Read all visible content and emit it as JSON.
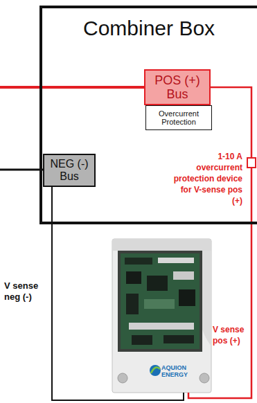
{
  "diagram": {
    "nodes": [
      {
        "text": [
          "Combiner Box"
        ]
      },
      {
        "text": [
          "POS (+) Bus"
        ],
        "in": 0
      },
      {
        "text": [
          "Overcurrent Protection"
        ],
        "in": 0
      },
      {
        "text": [
          "NEG (-) Bus"
        ],
        "in": 0
      },
      {
        "text": [
          "AQUION ENERGY"
        ]
      }
    ],
    "edges": [
      {
        "from": 3,
        "to": 4,
        "arrow": "none",
        "label": "V sense neg (-)"
      },
      {
        "from": 1,
        "to": 4,
        "arrow": "none",
        "label": "V sense pos (+)"
      }
    ],
    "labels": [
      "1-10 A overcurrent protection device for V-sense pos (+)"
    ]
  }
}
